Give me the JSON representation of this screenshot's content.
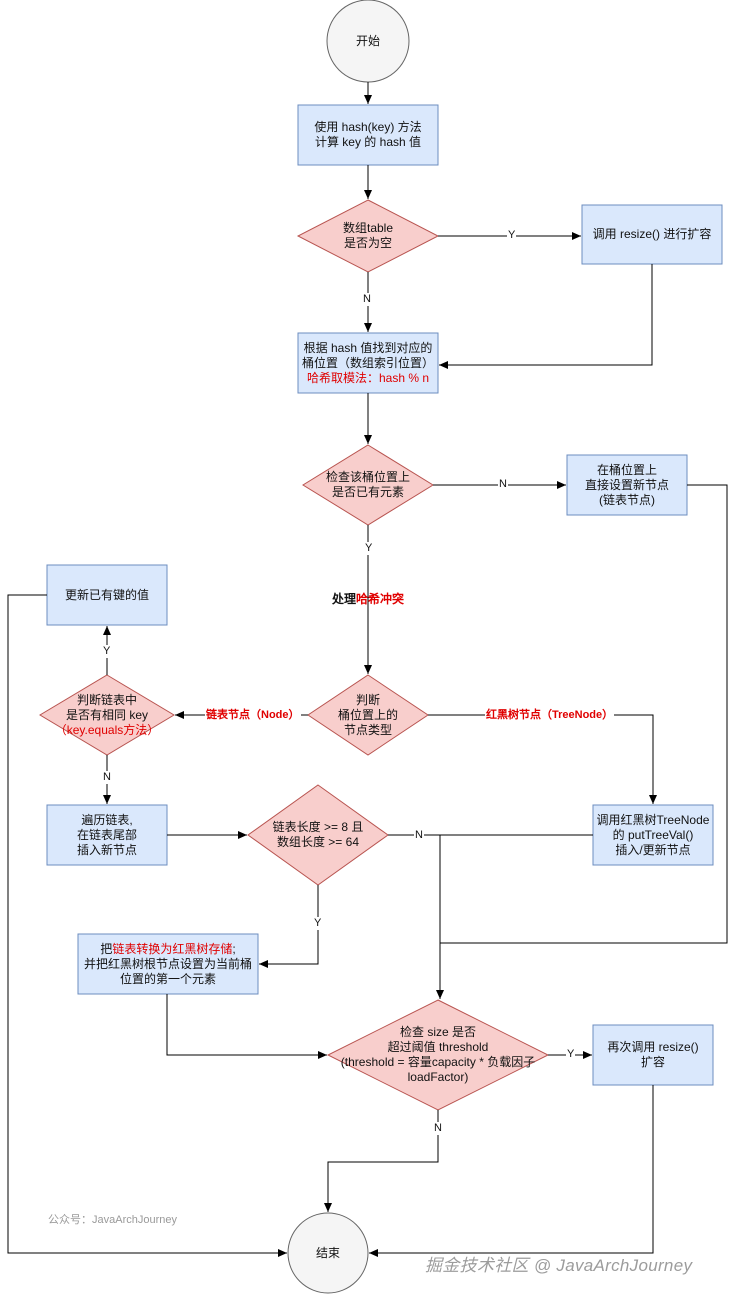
{
  "nodes": {
    "start": "开始",
    "compute_hash": [
      "使用 hash(key) 方法",
      "计算 key 的 hash 值"
    ],
    "table_empty": [
      "数组table",
      "是否为空"
    ],
    "resize": "调用 resize() 进行扩容",
    "bucket_pos": [
      "根据 hash 值找到对应的",
      "桶位置（数组索引位置）"
    ],
    "bucket_pos_note": "哈希取模法：hash % n",
    "check_bucket": [
      "检查该桶位置上",
      "是否已有元素"
    ],
    "set_node": [
      "在桶位置上",
      "直接设置新节点",
      "(链表节点)"
    ],
    "handle_collision_prefix": "处理",
    "handle_collision_red": "哈希冲突",
    "judge_type": [
      "判断",
      "桶位置上的",
      "节点类型"
    ],
    "update_value": "更新已有键的值",
    "same_key": [
      "判断链表中",
      "是否有相同 key"
    ],
    "same_key_note": "（key.equals方法）",
    "traverse": [
      "遍历链表,",
      "在链表尾部",
      "插入新节点"
    ],
    "length_check": [
      "链表长度 >= 8 且",
      "数组长度 >= 64"
    ],
    "put_tree": [
      "调用红黑树TreeNode",
      "的 putTreeVal()",
      "插入/更新节点"
    ],
    "convert_prefix": "把",
    "convert_red": "链表转换为红黑树存储",
    "convert_suffix": ";",
    "convert_rest": [
      "并把红黑树根节点设置为当前桶",
      "位置的第一个元素"
    ],
    "size_check": [
      "检查 size 是否",
      "超过阈值 threshold",
      "(threshold = 容量capacity * 负载因子",
      "loadFactor)"
    ],
    "resize_again": [
      "再次调用 resize()",
      "扩容"
    ],
    "end": "结束"
  },
  "edges": {
    "y1": "Y",
    "n1": "N",
    "n2": "N",
    "y2": "Y",
    "linked_node": "链表节点（Node）",
    "tree_node": "红黑树节点（TreeNode）",
    "y3": "Y",
    "n3": "N",
    "n4": "N",
    "y4": "Y",
    "y5": "Y",
    "n5": "N"
  },
  "watermarks": {
    "wechat": "公众号：JavaArchJourney",
    "juejin": "掘金技术社区 @ JavaArchJourney"
  },
  "colors": {
    "process_fill": "#dae8fc",
    "process_stroke": "#6c8ebf",
    "decision_fill": "#f8cecc",
    "decision_stroke": "#b85450",
    "terminal_fill": "#f5f5f5",
    "terminal_stroke": "#666666",
    "highlight_text": "#e00000"
  }
}
